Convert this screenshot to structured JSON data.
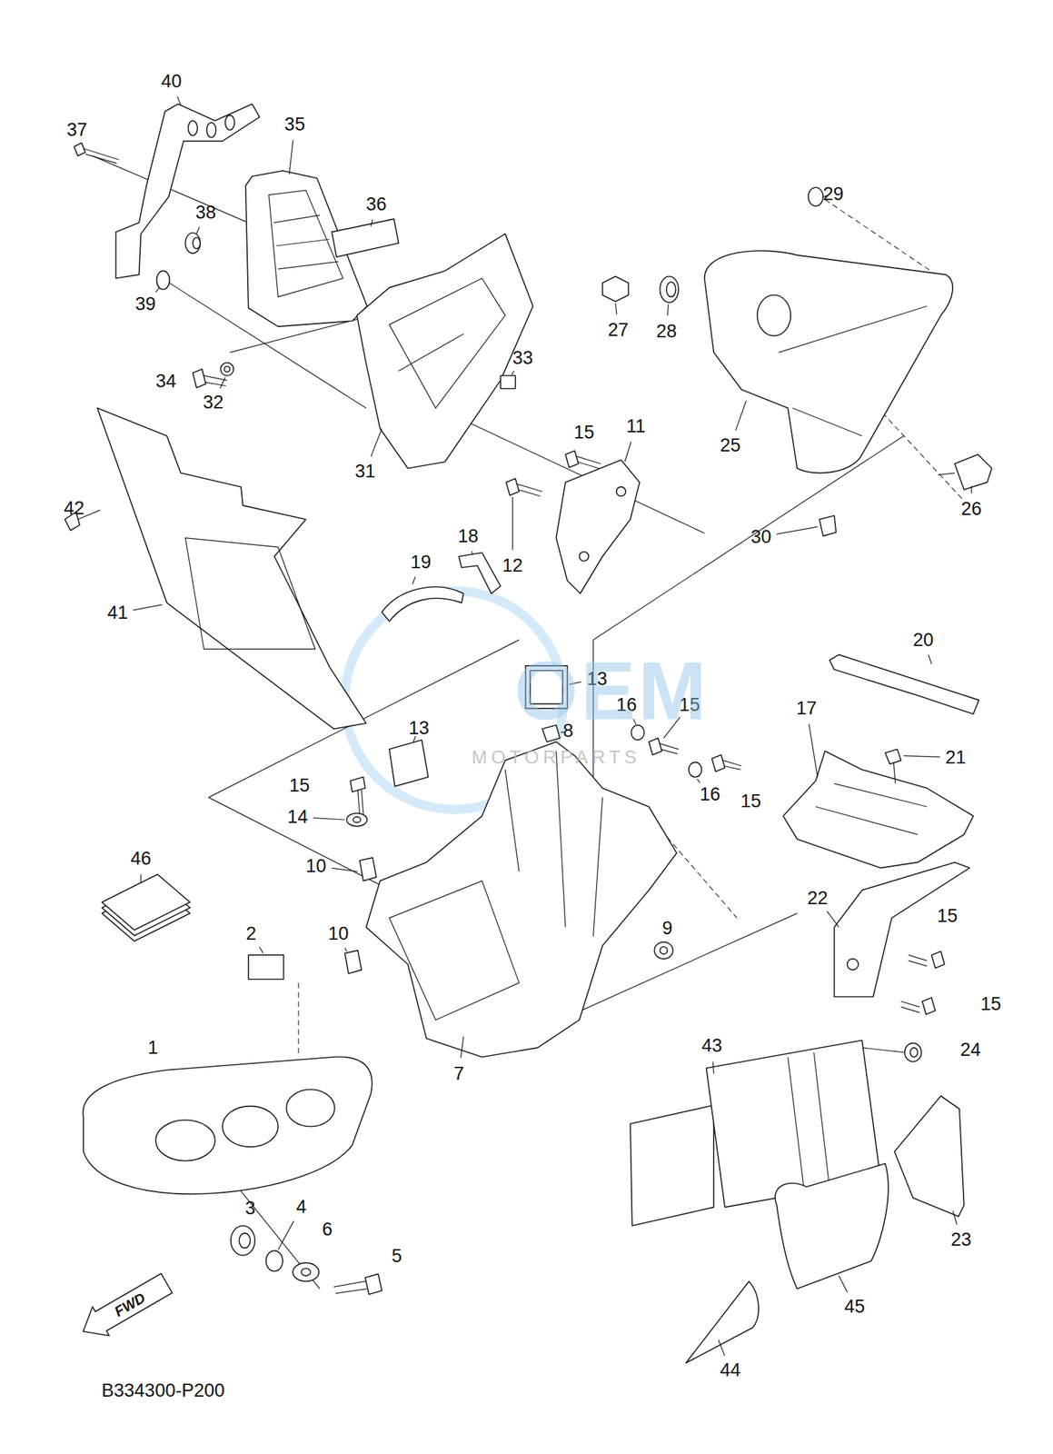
{
  "diagram": {
    "labels": [
      "40",
      "37",
      "35",
      "36",
      "38",
      "39",
      "34",
      "32",
      "33",
      "31",
      "42",
      "41",
      "29",
      "27",
      "28",
      "25",
      "26",
      "30",
      "15",
      "11",
      "12",
      "18",
      "19",
      "13",
      "13",
      "16",
      "15",
      "8",
      "15",
      "14",
      "16",
      "15",
      "20",
      "17",
      "21",
      "10",
      "10",
      "46",
      "9",
      "22",
      "15",
      "15",
      "7",
      "2",
      "1",
      "43",
      "24",
      "3",
      "4",
      "6",
      "5",
      "23",
      "45",
      "44",
      "FWD",
      "B334300-P200",
      "OEM",
      "MOTORPARTS"
    ]
  }
}
